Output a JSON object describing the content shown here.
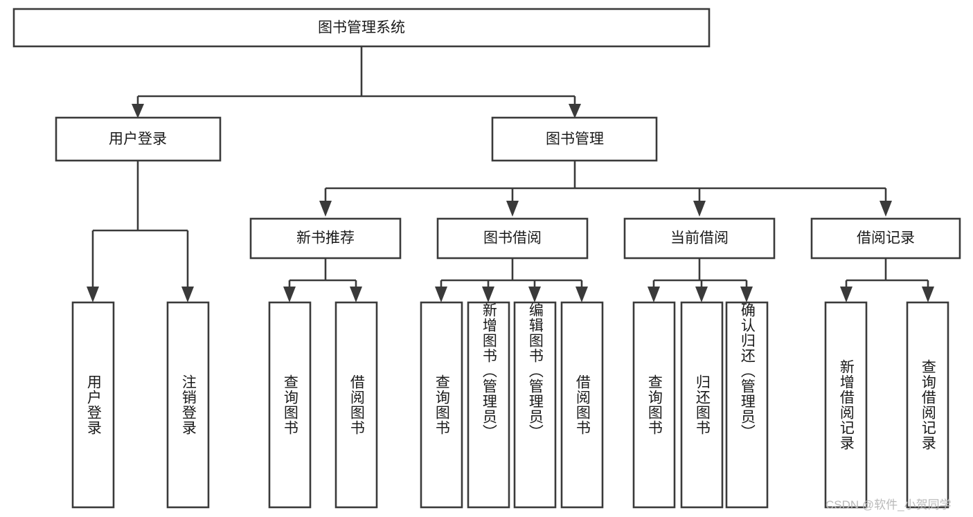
{
  "diagram": {
    "title": "图书管理系统",
    "type": "tree-hierarchy-diagram",
    "watermark": "CSDN @软件_小贺同学",
    "colors": {
      "stroke": "#3a3a3a",
      "box_fill": "#ffffff",
      "text": "#1a1a1a",
      "watermark": "#b9b9b9",
      "background": "#ffffff"
    },
    "root": {
      "label": "图书管理系统"
    },
    "level2": [
      {
        "label": "用户登录"
      },
      {
        "label": "图书管理"
      }
    ],
    "level3": [
      {
        "label": "新书推荐"
      },
      {
        "label": "图书借阅"
      },
      {
        "label": "当前借阅"
      },
      {
        "label": "借阅记录"
      }
    ],
    "leaves": {
      "user_login": [
        {
          "label": "用户登录"
        },
        {
          "label": "注销登录"
        }
      ],
      "new_book_recommend": [
        {
          "label": "查询图书"
        },
        {
          "label": "借阅图书"
        }
      ],
      "book_borrow": [
        {
          "label": "查询图书"
        },
        {
          "label": "新增图书（管理员）"
        },
        {
          "label": "编辑图书（管理员）"
        },
        {
          "label": "借阅图书"
        }
      ],
      "current_borrow": [
        {
          "label": "查询图书"
        },
        {
          "label": "归还图书"
        },
        {
          "label": "确认归还（管理员）"
        }
      ],
      "borrow_record": [
        {
          "label": "新增借阅记录"
        },
        {
          "label": "查询借阅记录"
        }
      ]
    }
  }
}
